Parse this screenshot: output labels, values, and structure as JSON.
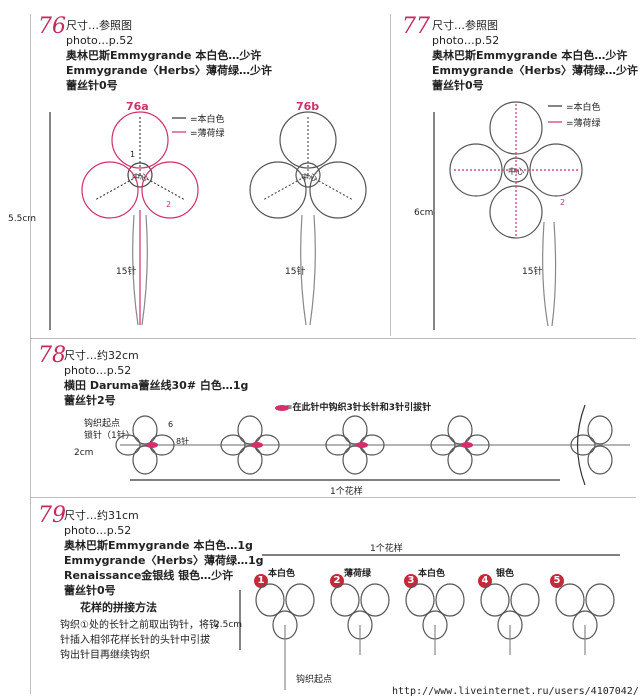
{
  "s76": {
    "num": "76",
    "lines": [
      "尺寸…参照图",
      "photo…p.52",
      "奥林巴斯Emmygrande  本白色…少许",
      "Emmygrande〈Herbs〉薄荷绿…少许",
      "蕾丝针0号"
    ],
    "sub_a": "76a",
    "sub_b": "76b",
    "legend": [
      "=本白色",
      "=薄荷绿"
    ],
    "height": "5.5cm",
    "stem_a": "15针",
    "stem_b": "15针",
    "center": "中心",
    "mark1": "1",
    "mark2": "2"
  },
  "s77": {
    "num": "77",
    "lines": [
      "尺寸…参照图",
      "photo…p.52",
      "奥林巴斯Emmygrande  本白色…少许",
      "Emmygrande〈Herbs〉薄荷绿…少许",
      "蕾丝针0号"
    ],
    "legend": [
      "=本白色",
      "=薄荷绿"
    ],
    "height": "6cm",
    "stem": "15针",
    "center": "中心",
    "mark2": "2"
  },
  "s78": {
    "num": "78",
    "lines": [
      "尺寸…约32cm",
      "photo…p.52",
      "横田 Daruma蕾丝线30#  白色…1g",
      "蕾丝针2号"
    ],
    "note": "=在此针中钩织3针长针和3针引拔针",
    "start": "钩织起点",
    "chain": "锁针（1针）",
    "six": "6",
    "eight": "8针",
    "height": "2cm",
    "repeat": "1个花样"
  },
  "s79": {
    "num": "79",
    "lines": [
      "尺寸…约31cm",
      "photo…p.52",
      "奥林巴斯Emmygrande  本白色…1g",
      "Emmygrande〈Herbs〉薄荷绿…1g",
      "Renaissance金银线  银色…少许",
      "蕾丝针0号"
    ],
    "method_title": "花样的拼接方法",
    "method_lines": [
      "钩织①处的长针之前取出钩针，将钩",
      "针插入相邻花样长针的头针中引拔",
      "钩出针目再继续钩织"
    ],
    "repeat": "1个花样",
    "colors": [
      "本白色",
      "薄荷绿",
      "本白色",
      "银色"
    ],
    "badges": [
      "1",
      "2",
      "3",
      "4",
      "5"
    ],
    "height": "2.5cm",
    "start": "钩织起点"
  },
  "watermark": "http://www.liveinternet.ru/users/4107042/"
}
